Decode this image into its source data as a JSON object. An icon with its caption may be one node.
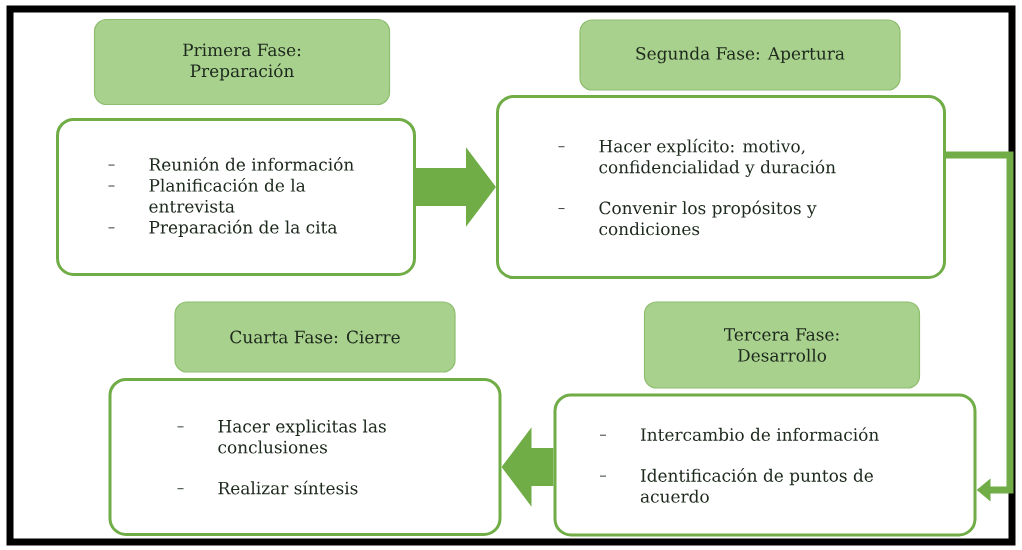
{
  "diagram": {
    "nodes": [
      {
        "text": [
          "Primera Fase: Preparación"
        ]
      },
      {
        "text": [
          "Reunión de información",
          "Planificación de la entrevista",
          "Preparación de la cita"
        ]
      },
      {
        "text": [
          "Segunda Fase: Apertura"
        ]
      },
      {
        "text": [
          "Hacer explícito: motivo, confidencialidad y duración",
          "Convenir los propósitos y condiciones"
        ]
      },
      {
        "text": [
          "Cuarta Fase: Cierre"
        ]
      },
      {
        "text": [
          "Hacer explicitas las conclusiones",
          "Realizar síntesis"
        ]
      },
      {
        "text": [
          "Tercera Fase: Desarrollo"
        ]
      },
      {
        "text": [
          "Intercambio de información",
          "Identificación de puntos de acuerdo"
        ]
      }
    ],
    "edges": [
      {
        "from": 1,
        "to": 3,
        "arrow": "to"
      },
      {
        "from": 3,
        "to": 7,
        "arrow": "to"
      },
      {
        "from": 7,
        "to": 5,
        "arrow": "to"
      }
    ]
  }
}
